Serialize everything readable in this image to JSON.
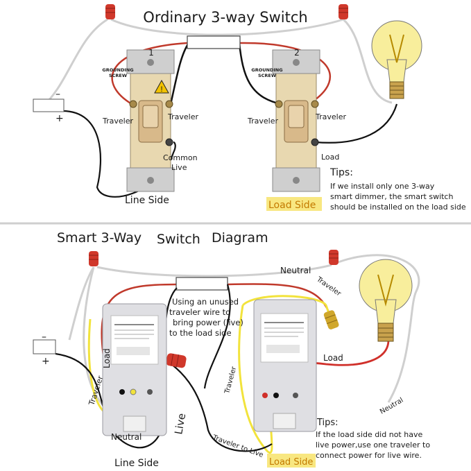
{
  "top": {
    "title": "Ordinary 3-way Switch",
    "switch1_number": "1",
    "switch2_number": "2",
    "grounding_screw_1": [
      "GROUNDING",
      "SCREW"
    ],
    "grounding_screw_2": [
      "GROUNDING",
      "SCREW"
    ],
    "traveler_left_1": "Traveler",
    "traveler_right_1": "Traveler",
    "traveler_left_2": "Traveler",
    "traveler_right_2": "Traveler",
    "common_live": [
      "Common",
      "Live"
    ],
    "load": "Load",
    "line_side": "Line Side",
    "load_side": "Load Side",
    "minus": "–",
    "plus": "+",
    "tips_title": "Tips:",
    "tips_lines": [
      "If we install only one 3-way",
      "smart dimmer, the smart switch",
      "should be installed on the load side"
    ]
  },
  "bottom": {
    "title_a": "Smart 3-Way",
    "title_b": "Switch",
    "title_c": "Diagram",
    "neutral_top": "Neutral",
    "traveler_top": "Traveler",
    "unused_note": [
      "Using an unused",
      "traveler wire to",
      "bring power (live)",
      "to the load side"
    ],
    "load_left": "Load",
    "traveler_left": "Traveler",
    "neutral_left": "Neutral",
    "live_left": "Live",
    "traveler_mid": "Traveler",
    "load_right": "Load",
    "neutral_right": "Neutral",
    "traveler_to_live": "Traveler to Live",
    "line_side": "Line Side",
    "load_side": "Load Side",
    "minus": "–",
    "plus": "+",
    "tips_title": "Tips:",
    "tips_lines": [
      "If the load side did not have",
      "live power,use one traveler to",
      "connect power for live wire."
    ]
  }
}
